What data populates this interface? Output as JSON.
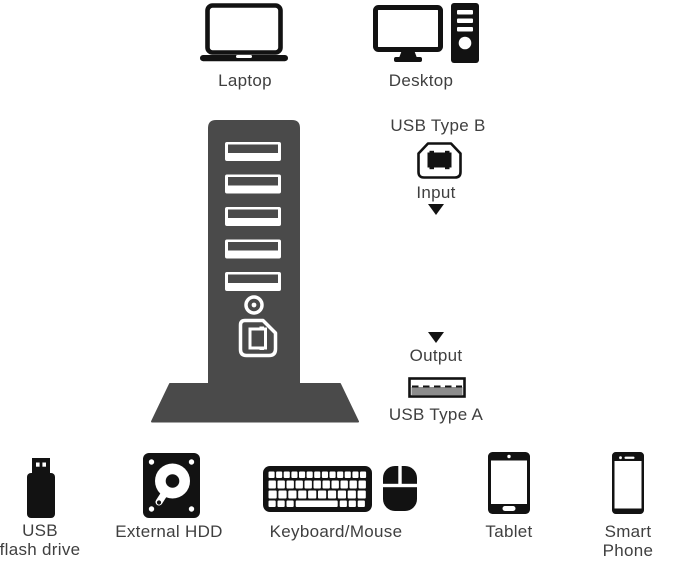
{
  "colors": {
    "icon": "#121212",
    "hub": "#4a4a4a",
    "text": "#3f3f3f",
    "shield": "#8c8c8c"
  },
  "top_devices": [
    {
      "id": "laptop",
      "label": "Laptop"
    },
    {
      "id": "desktop",
      "label": "Desktop"
    }
  ],
  "hub": {
    "port_count": 5
  },
  "input_section": {
    "connector": "USB Type B",
    "label": "Input"
  },
  "output_section": {
    "label": "Output",
    "connector": "USB Type A"
  },
  "bottom_devices": [
    {
      "id": "usb-flash-drive",
      "label": "USB\nflash drive"
    },
    {
      "id": "external-hdd",
      "label": "External HDD"
    },
    {
      "id": "keyboard-mouse",
      "label": "Keyboard/Mouse"
    },
    {
      "id": "tablet",
      "label": "Tablet"
    },
    {
      "id": "smart-phone",
      "label": "Smart Phone"
    }
  ]
}
